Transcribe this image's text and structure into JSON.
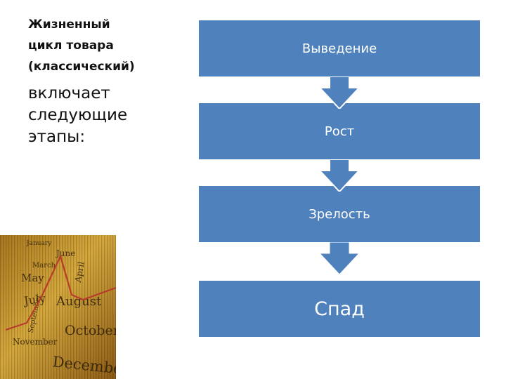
{
  "heading": {
    "line1": "Жизненный",
    "line2": "цикл товара",
    "line3": "(классический)"
  },
  "subheading": {
    "line1": "включает",
    "line2": "следующие",
    "line3": "этапы:"
  },
  "stages": [
    {
      "label": "Выведение"
    },
    {
      "label": "Рост"
    },
    {
      "label": "Зрелость"
    },
    {
      "label": "Спад"
    }
  ],
  "image_words": [
    "January",
    "March",
    "May",
    "April",
    "June",
    "July",
    "August",
    "September",
    "October",
    "November",
    "December"
  ],
  "colors": {
    "box": "#4f81bd",
    "box_text": "#ffffff",
    "background": "#ffffff",
    "image_gold": "#c8962a",
    "image_line": "#b83a2a"
  }
}
